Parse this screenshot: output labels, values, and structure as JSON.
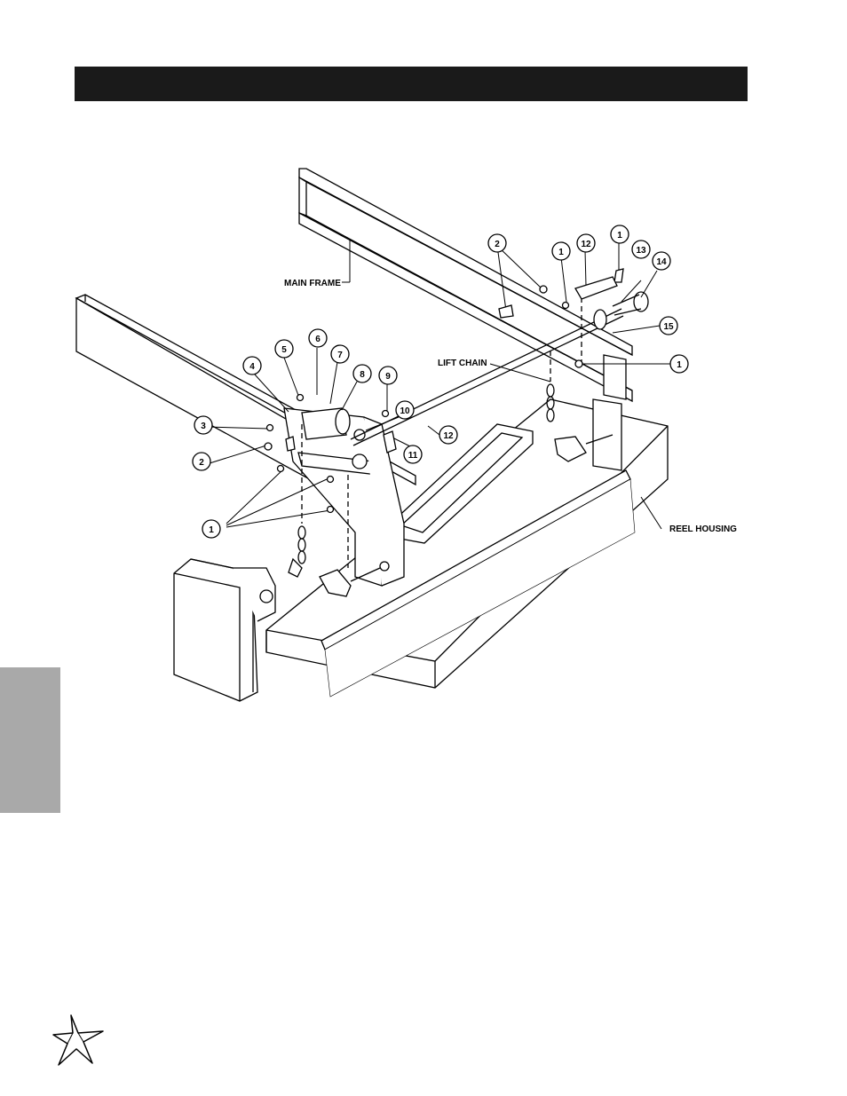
{
  "labels": {
    "main_frame": "MAIN FRAME",
    "lift_chain": "LIFT CHAIN",
    "reel_housing": "REEL HOUSING"
  },
  "callouts": [
    "1",
    "2",
    "3",
    "4",
    "5",
    "6",
    "7",
    "8",
    "9",
    "10",
    "11",
    "12",
    "13",
    "14",
    "15"
  ],
  "colors": {
    "title_bar": "#1a1a1a",
    "side_tab": "#a9a9a9",
    "line": "#000000"
  },
  "icons": {
    "logo": "star-logo-icon"
  }
}
